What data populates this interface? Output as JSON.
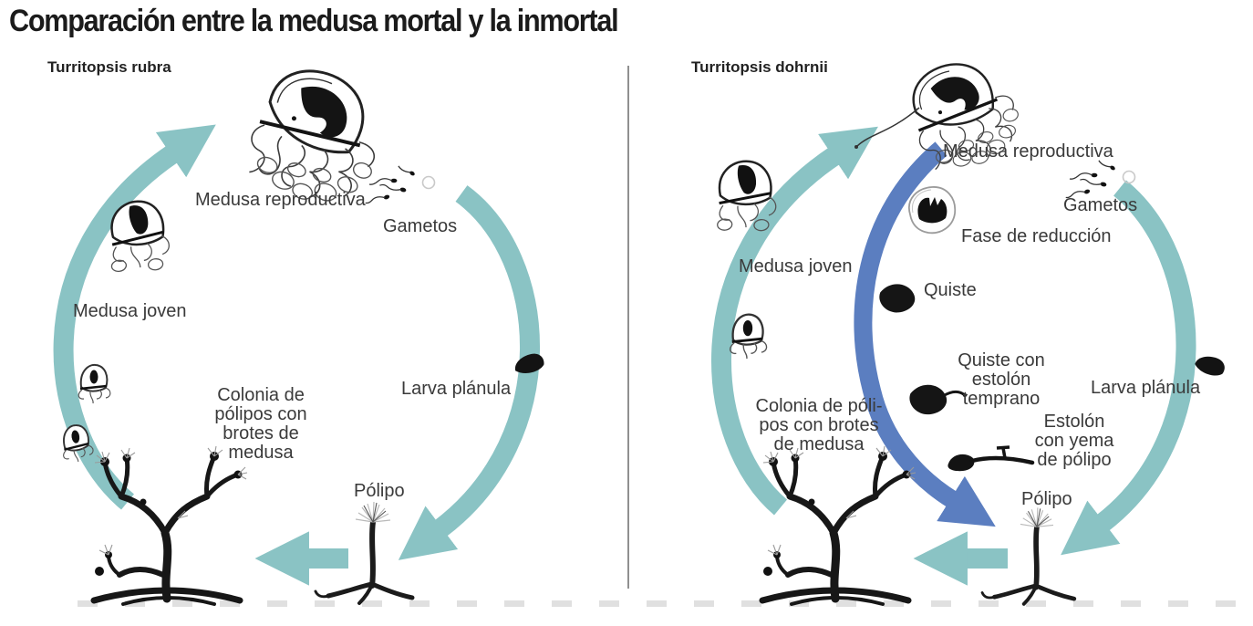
{
  "title": "Comparación entre la medusa mortal y la inmortal",
  "colors": {
    "cycle_arrow_teal": "#8ac3c4",
    "reversal_arrow_blue": "#5b7ec0",
    "ink": "#1b1b1b",
    "label_text": "#3a3a3a",
    "divider_gray": "#909090",
    "baseline_dash_gray": "#e0e0e0"
  },
  "left": {
    "heading": "Turritopsis rubra",
    "labels": {
      "medusa_reproductiva": "Medusa reproductiva",
      "gametos": "Gametos",
      "medusa_joven": "Medusa joven",
      "colonia": "Colonia de\npólipos con\nbrotes de\nmedusa",
      "larva_planula": "Larva plánula",
      "polipo": "Pólipo"
    }
  },
  "right": {
    "heading": "Turritopsis dohrnii",
    "labels": {
      "medusa_reproductiva": "Medusa reproductiva",
      "gametos": "Gametos",
      "fase_de_reduccion": "Fase de reducción",
      "medusa_joven": "Medusa joven",
      "quiste": "Quiste",
      "quiste_con_estolon": "Quiste con\nestolón\ntemprano",
      "larva_planula": "Larva plánula",
      "estolon_con_yema": "Estolón\ncon yema\nde pólipo",
      "colonia": "Colonia de póli-\npos con brotes\nde medusa",
      "polipo": "Pólipo"
    }
  },
  "illustrations": {
    "adult-medusa-illustration": "hand-drawn jellyfish with curly tentacles",
    "young-medusa-illustration": "small jellyfish sketch",
    "gametes-illustration": "sperm cells and egg circle",
    "planula-larva-illustration": "black oval blob",
    "polyp-colony-illustration": "branching hydroid colony tree",
    "polyp-illustration": "single stalked polyp with tentacle crown",
    "reduction-phase-illustration": "encircled shrinking medusa",
    "cyst-illustration": "black cyst blob",
    "cyst-with-stolon-illustration": "cyst blob with early stolon tail",
    "stolon-with-bud-illustration": "stolon runner with polyp bud"
  }
}
